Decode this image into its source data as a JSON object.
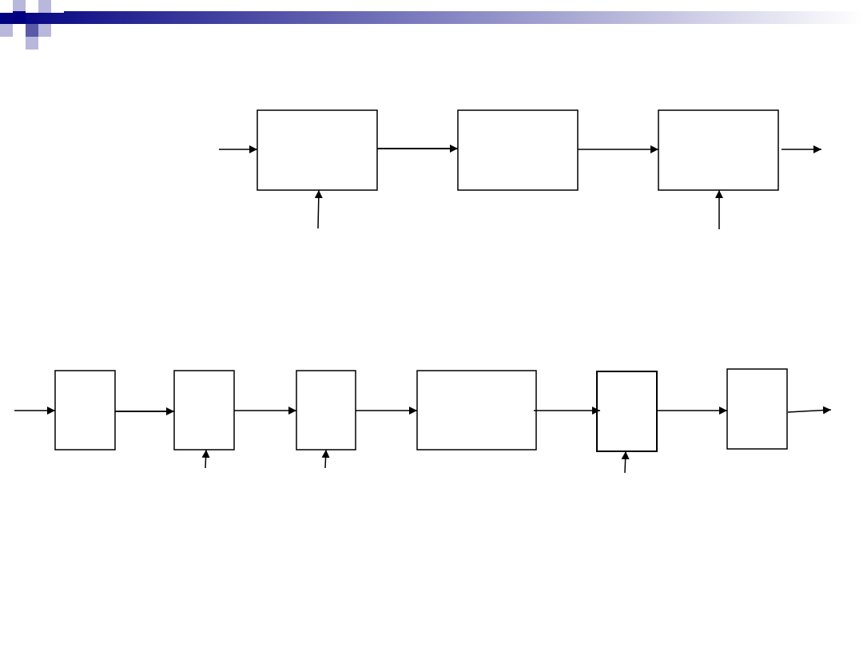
{
  "slide": {
    "header_gradient": {
      "start": "#000080",
      "end": "#ffffff"
    },
    "checker_colors": {
      "dark": "#000080",
      "mid": "#5a5aa8",
      "light": "#b8b8dc"
    }
  },
  "diagram_top": {
    "blocks": [
      {
        "id": "top-block-1",
        "label": ""
      },
      {
        "id": "top-block-2",
        "label": ""
      },
      {
        "id": "top-block-3",
        "label": ""
      }
    ]
  },
  "diagram_bottom": {
    "blocks": [
      {
        "id": "bottom-block-1",
        "label": ""
      },
      {
        "id": "bottom-block-2",
        "label": ""
      },
      {
        "id": "bottom-block-3",
        "label": ""
      },
      {
        "id": "bottom-block-4",
        "label": ""
      },
      {
        "id": "bottom-block-5",
        "label": ""
      },
      {
        "id": "bottom-block-6",
        "label": ""
      }
    ]
  },
  "colors": {
    "stroke": "#000000",
    "fill": "#ffffff"
  }
}
